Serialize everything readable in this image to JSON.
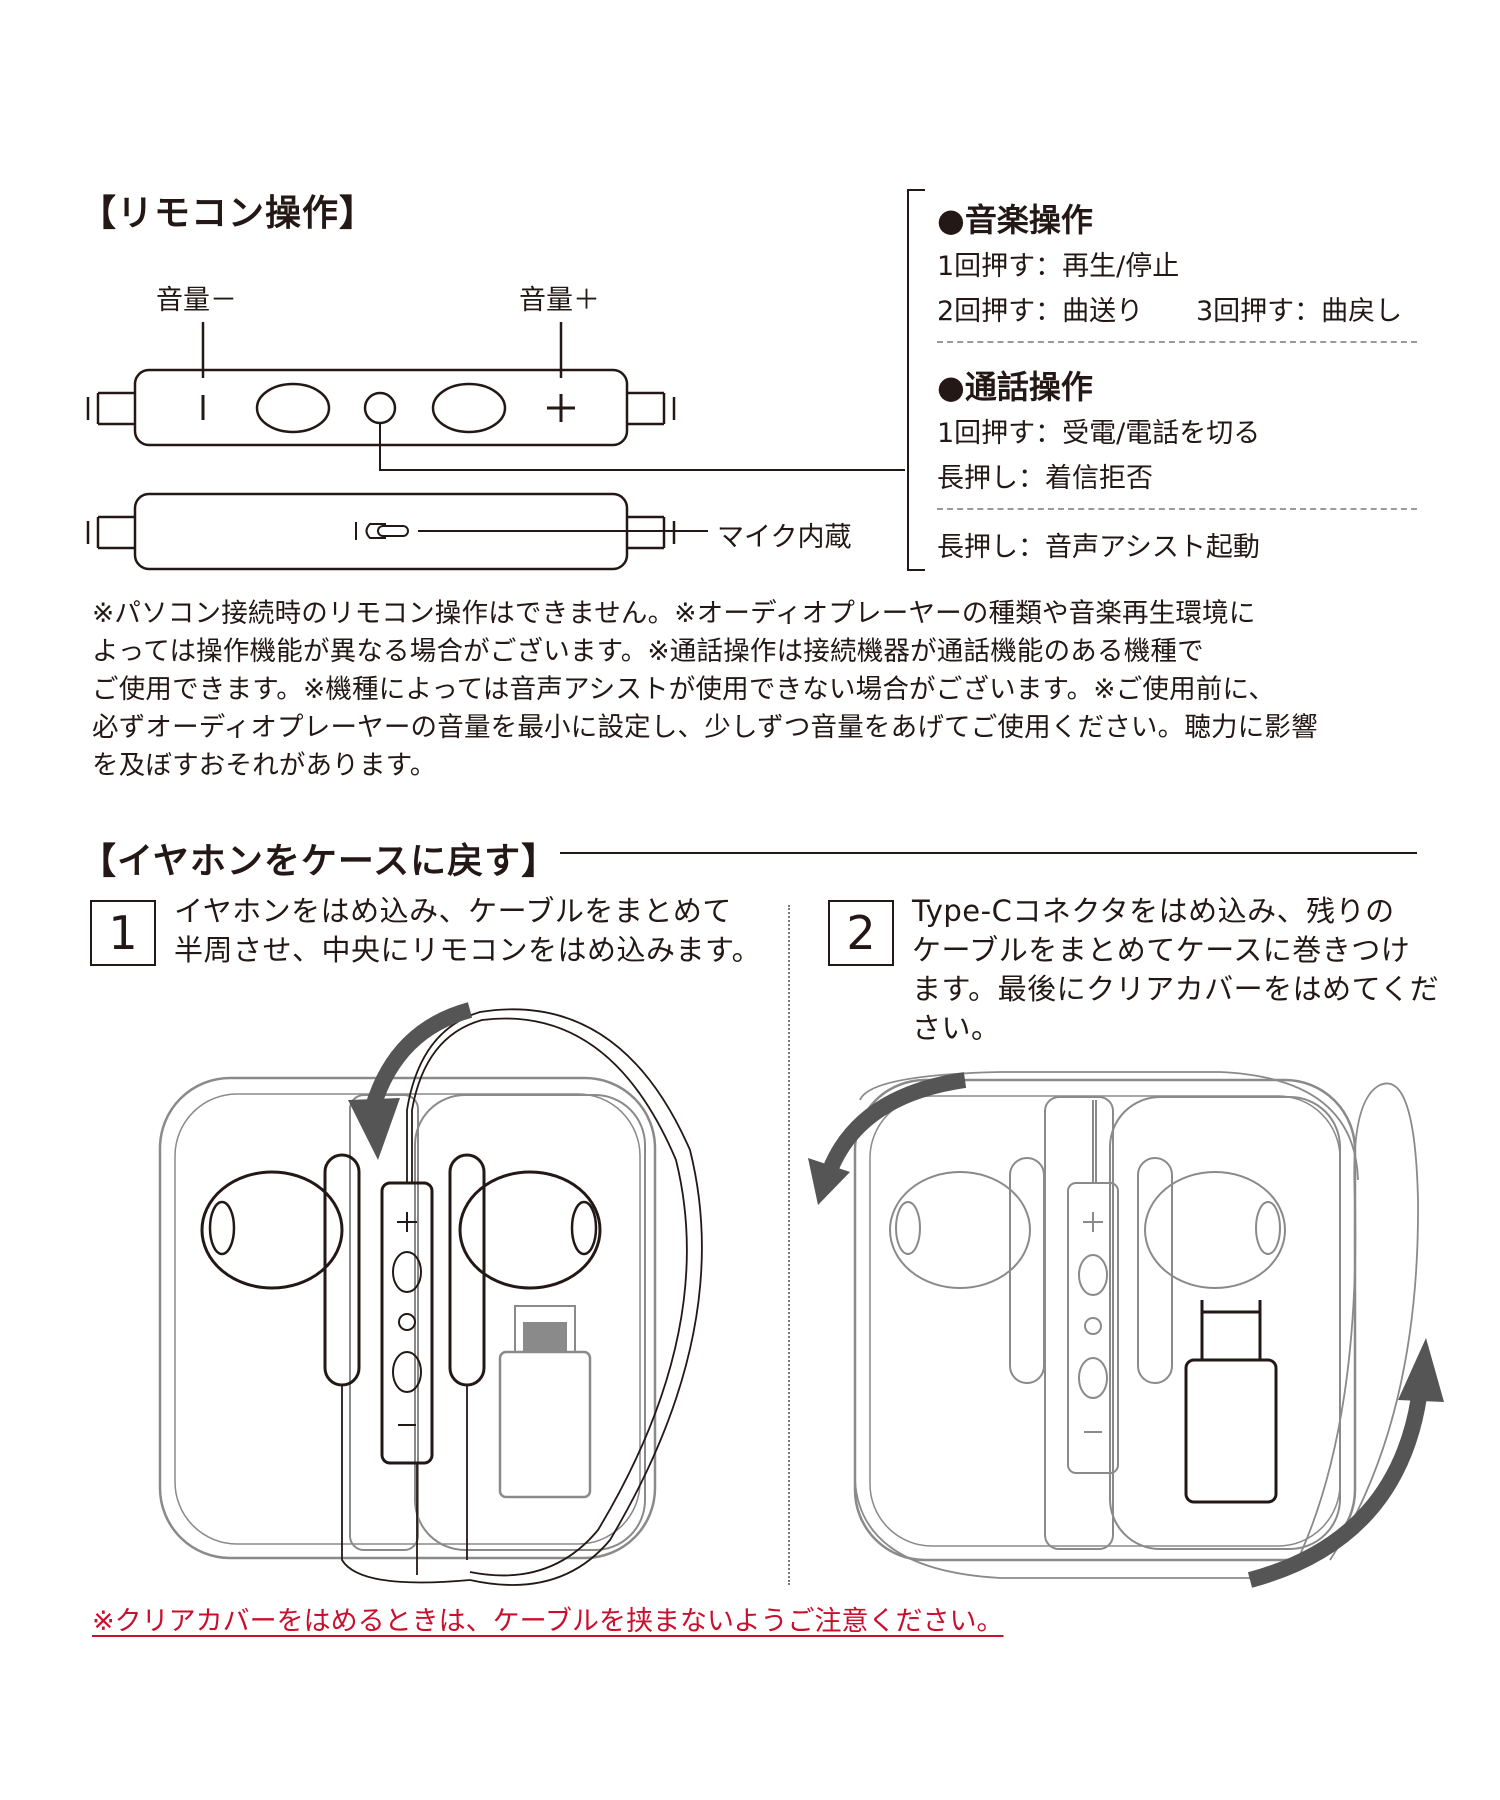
{
  "remote": {
    "title": "【リモコン操作】",
    "vol_minus_label": "音量－",
    "vol_plus_label": "音量＋",
    "mic_label": "マイク内蔵"
  },
  "music": {
    "heading": "●音楽操作",
    "line1": "1回押す：再生/停止",
    "line2a": "2回押す：曲送り",
    "line2b": "3回押す：曲戻し"
  },
  "call": {
    "heading": "●通話操作",
    "line1": "1回押す：受電/電話を切る",
    "line2": "長押し：着信拒否"
  },
  "assist": {
    "line": "長押し：音声アシスト起動"
  },
  "notes": {
    "line1": "※パソコン接続時のリモコン操作はできません。※オーディオプレーヤーの種類や音楽再生環境に",
    "line2": "よっては操作機能が異なる場合がございます。※通話操作は接続機器が通話機能のある機種で",
    "line3": "ご使用できます。※機種によっては音声アシストが使用できない場合がございます。※ご使用前に、",
    "line4": "必ずオーディオプレーヤーの音量を最小に設定し、少しずつ音量をあげてご使用ください。聴力に影響",
    "line5": "を及ぼすおそれがあります。"
  },
  "case_section": {
    "title": "【イヤホンをケースに戻す】"
  },
  "step1": {
    "number": "1",
    "line1": "イヤホンをはめ込み、ケーブルをまとめて",
    "line2": "半周させ、中央にリモコンをはめ込みます。"
  },
  "step2": {
    "number": "2",
    "line1": "Type-Cコネクタをはめ込み、残りの",
    "line2": "ケーブルをまとめてケースに巻きつけ",
    "line3": "ます。最後にクリアカバーをはめてくだ",
    "line4": "さい。"
  },
  "warning": {
    "text": "※クリアカバーをはめるときは、ケーブルを挟まないようご注意ください。"
  },
  "colors": {
    "ink": "#231815",
    "warning_red": "#c8102e",
    "case_gray": "#8a8a8a",
    "arrow_gray": "#555555"
  }
}
